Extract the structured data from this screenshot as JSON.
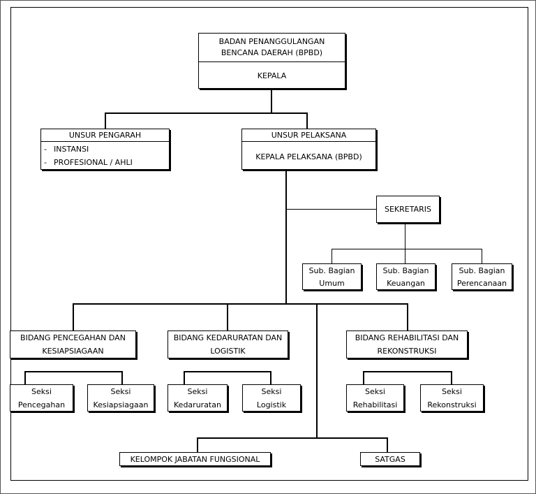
{
  "bpbd": {
    "name_line1": "BADAN PENANGGULANGAN",
    "name_line2": "BENCANA DAERAH (BPBD)",
    "head": "KEPALA"
  },
  "pengarah": {
    "title": "UNSUR PENGARAH",
    "items": [
      "INSTANSI",
      "PROFESIONAL / AHLI"
    ],
    "bullet": "-"
  },
  "pelaksana": {
    "title": "UNSUR PELAKSANA",
    "head": "KEPALA PELAKSANA (BPBD)"
  },
  "sekretaris": {
    "title": "SEKRETARIS",
    "sub": [
      {
        "line1": "Sub. Bagian",
        "line2": "Umum"
      },
      {
        "line1": "Sub. Bagian",
        "line2": "Keuangan"
      },
      {
        "line1": "Sub. Bagian",
        "line2": "Perencanaan"
      }
    ]
  },
  "bidang": [
    {
      "line1": "BIDANG PENCEGAHAN DAN",
      "line2": "KESIAPSIAGAAN",
      "seksi": [
        {
          "line1": "Seksi",
          "line2": "Pencegahan"
        },
        {
          "line1": "Seksi",
          "line2": "Kesiapsiagaan"
        }
      ]
    },
    {
      "line1": "BIDANG KEDARURATAN DAN",
      "line2": "LOGISTIK",
      "seksi": [
        {
          "line1": "Seksi",
          "line2": "Kedaruratan"
        },
        {
          "line1": "Seksi",
          "line2": "Logistik"
        }
      ]
    },
    {
      "line1": "BIDANG REHABILITASI DAN",
      "line2": "REKONSTRUKSI",
      "seksi": [
        {
          "line1": "Seksi",
          "line2": "Rehabilitasi"
        },
        {
          "line1": "Seksi",
          "line2": "Rekonstruksi"
        }
      ]
    }
  ],
  "fungsional": {
    "label": "KELOMPOK JABATAN FUNGSIONAL"
  },
  "satgas": {
    "label": "SATGAS"
  }
}
